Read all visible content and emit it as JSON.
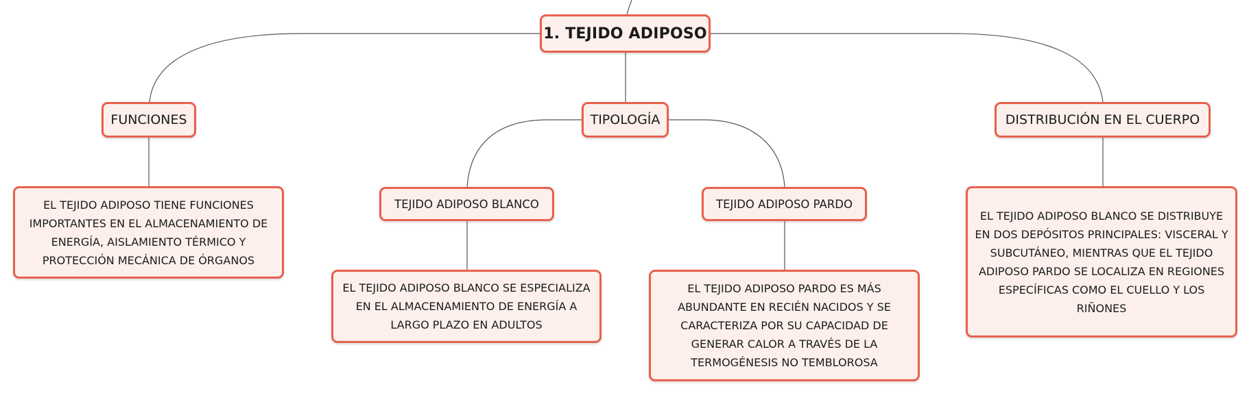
{
  "colors": {
    "node_border": "#e8604c",
    "node_fill": "#fdf0ec",
    "connector": "#555555",
    "text": "#1a1a1a"
  },
  "root": {
    "label": "1. TEJIDO ADIPOSO"
  },
  "branches": {
    "funciones": {
      "label": "FUNCIONES",
      "detail": "EL TEJIDO ADIPOSO TIENE FUNCIONES IMPORTANTES EN EL ALMACENAMIENTO DE ENERGÍA, AISLAMIENTO TÉRMICO Y PROTECCIÓN MECÁNICA DE ÓRGANOS"
    },
    "tipologia": {
      "label": "TIPOLOGÍA",
      "blanco": {
        "label": "TEJIDO ADIPOSO BLANCO",
        "detail": "EL TEJIDO ADIPOSO BLANCO SE ESPECIALIZA EN EL ALMACENAMIENTO DE ENERGÍA A LARGO PLAZO EN ADULTOS"
      },
      "pardo": {
        "label": "TEJIDO ADIPOSO PARDO",
        "detail": "EL TEJIDO ADIPOSO PARDO ES MÁS ABUNDANTE EN RECIÉN NACIDOS Y SE CARACTERIZA POR SU CAPACIDAD DE GENERAR CALOR A TRAVÉS DE LA TERMOGÉNESIS NO TEMBLOROSA"
      }
    },
    "distribucion": {
      "label": "DISTRIBUCIÓN EN EL CUERPO",
      "detail": "EL TEJIDO ADIPOSO BLANCO SE DISTRIBUYE EN DOS DEPÓSITOS PRINCIPALES: VISCERAL Y SUBCUTÁNEO, MIENTRAS QUE EL TEJIDO ADIPOSO PARDO SE LOCALIZA EN REGIONES ESPECÍFICAS COMO EL CUELLO Y LOS RIÑONES"
    }
  }
}
